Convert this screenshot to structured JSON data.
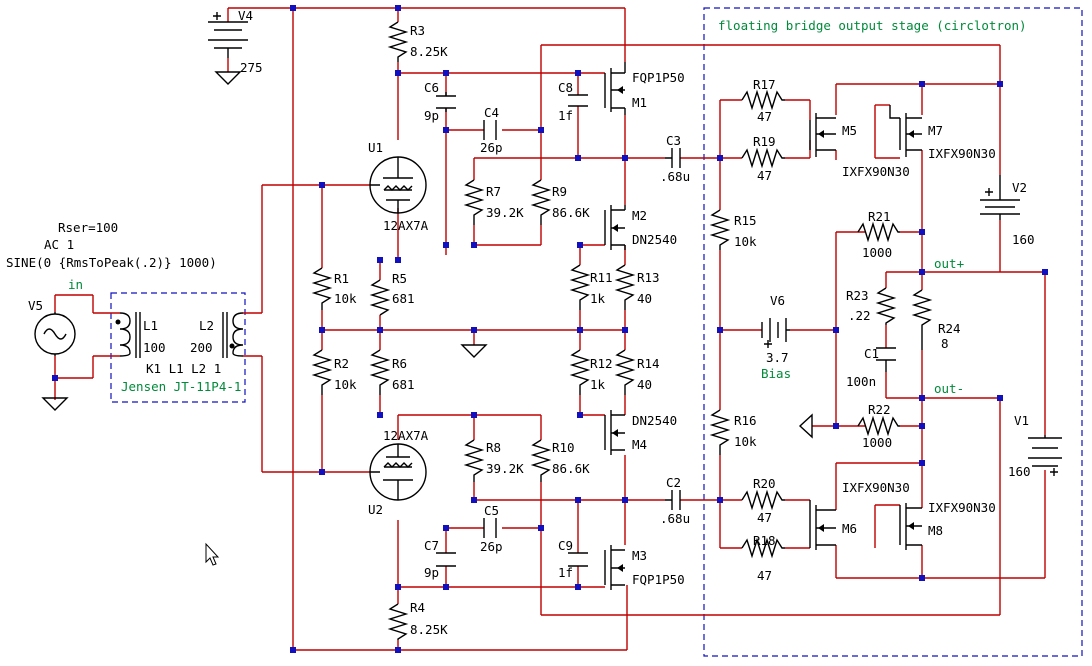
{
  "labels": {
    "R3": "R3",
    "R3v": "8.25K",
    "R4": "R4",
    "R4v": "8.25K",
    "R1": "R1",
    "R1v": "10k",
    "R2": "R2",
    "R2v": "10k",
    "R5": "R5",
    "R5v": "681",
    "R6": "R6",
    "R6v": "681",
    "R7": "R7",
    "R7v": "39.2K",
    "R8": "R8",
    "R8v": "39.2K",
    "R9": "R9",
    "R9v": "86.6K",
    "R10": "R10",
    "R10v": "86.6K",
    "R11": "R11",
    "R11v": "1k",
    "R12": "R12",
    "R12v": "1k",
    "R13": "R13",
    "R13v": "40",
    "R14": "R14",
    "R14v": "40",
    "R15": "R15",
    "R15v": "10k",
    "R16": "R16",
    "R16v": "10k",
    "R17": "R17",
    "R17v": "47",
    "R18": "R18",
    "R18v": "47",
    "R19": "R19",
    "R19v": "47",
    "R20": "R20",
    "R20v": "47",
    "R21": "R21",
    "R21v": "1000",
    "R22": "R22",
    "R22v": "1000",
    "R23": "R23",
    "R23v": ".22",
    "R24": "R24",
    "R24v": "8",
    "C1": "C1",
    "C1v": "100n",
    "C2": "C2",
    "C2v": ".68u",
    "C3": "C3",
    "C3v": ".68u",
    "C4": "C4",
    "C4v": "26p",
    "C5": "C5",
    "C5v": "26p",
    "C6": "C6",
    "C6v": "9p",
    "C7": "C7",
    "C7v": "9p",
    "C8": "C8",
    "C8v": "1f",
    "C9": "C9",
    "C9v": "1f",
    "M1": "M1",
    "M1v": "FQP1P50",
    "M3": "M3",
    "M3v": "FQP1P50",
    "M2": "M2",
    "M2v": "DN2540",
    "M4": "M4",
    "M4v": "DN2540",
    "M5": "M5",
    "M5v": "IXFX90N30",
    "M6": "M6",
    "M6v": "IXFX90N30",
    "M7": "M7",
    "M7v": "IXFX90N30",
    "M8": "M8",
    "M8v": "IXFX90N30",
    "U1": "U1",
    "U1v": "12AX7A",
    "U2": "U2",
    "U2v": "12AX7A",
    "V1": "V1",
    "V1v": "160",
    "V2": "V2",
    "V2v": "160",
    "V4": "V4",
    "V4v": "275",
    "V5": "V5",
    "V6": "V6",
    "V6v": "3.7",
    "V6n": "Bias",
    "L1": "L1",
    "L1v": "100",
    "L2": "L2",
    "L2v": "200",
    "K1": "K1 L1 L2 1",
    "jensen": "Jensen JT-11P4-1",
    "rser": "Rser=100",
    "ac": "AC 1",
    "sine": "SINE(0 {RmsToPeak(.2)} 1000)",
    "in": "in",
    "outp": "out+",
    "outm": "out-",
    "stage": "floating bridge output stage (circlotron)"
  },
  "colors": {
    "wire": "#c00000",
    "component": "#000000",
    "junction": "#1010c0",
    "netlabel": "#008a3a",
    "frame": "#1010c0"
  }
}
